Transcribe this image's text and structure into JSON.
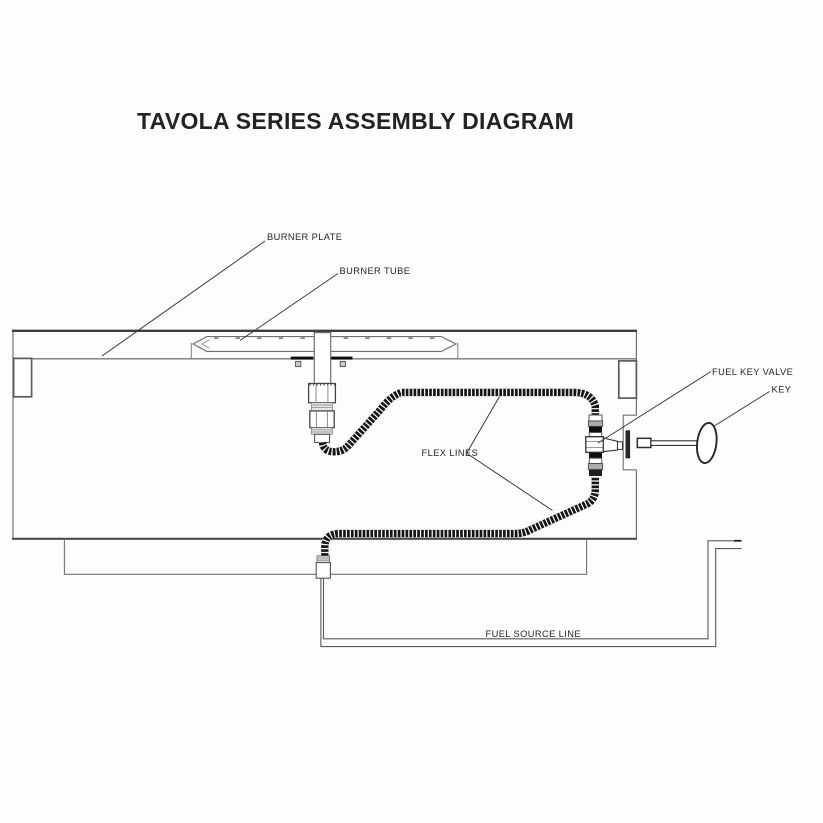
{
  "title": "TAVOLA SERIES ASSEMBLY DIAGRAM",
  "labels": {
    "burner_plate": "BURNER PLATE",
    "burner_tube": "BURNER TUBE",
    "flex_lines": "FLEX LINES",
    "fuel_key_valve": "FUEL KEY VALVE",
    "key": "KEY",
    "fuel_source_line": "FUEL SOURCE LINE"
  },
  "colors": {
    "background": "#fdfdfd",
    "line_gray": "#707070",
    "dark_line": "#3a3a3a",
    "hose_black": "#161616",
    "text": "#242424"
  }
}
